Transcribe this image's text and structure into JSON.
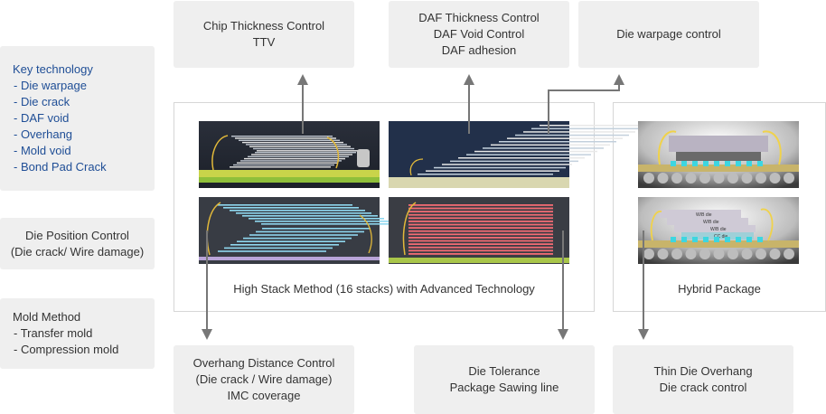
{
  "left_panel": {
    "key_technology": [
      "Key technology",
      "- Die warpage",
      "- Die crack",
      "- DAF void",
      "- Overhang",
      "- Mold void",
      "- Bond Pad Crack"
    ],
    "die_position": [
      "Die Position Control",
      "(Die crack/ Wire damage)"
    ],
    "mold_method": [
      "Mold Method",
      "- Transfer mold",
      "- Compression mold"
    ]
  },
  "top_boxes": {
    "chip_thickness": [
      "Chip Thickness Control",
      "TTV"
    ],
    "daf": [
      "DAF Thickness Control",
      "DAF Void Control",
      "DAF adhesion"
    ],
    "die_warpage": [
      "Die warpage control"
    ]
  },
  "bottom_boxes": {
    "overhang": [
      "Overhang Distance Control",
      "(Die crack / Wire damage)",
      "IMC coverage"
    ],
    "die_tolerance": [
      "Die Tolerance",
      "Package Sawing line"
    ],
    "thin_die": [
      "Thin Die Overhang",
      "Die crack control"
    ]
  },
  "captions": {
    "high_stack": "High Stack Method (16 stacks) with Advanced Technology",
    "hybrid": "Hybrid Package"
  },
  "hybrid_die_labels": [
    "W/B die",
    "W/B die",
    "W/B die",
    "CC die"
  ],
  "colors": {
    "accent_blue": "#1f4e96",
    "box_bg": "#efefef",
    "arrow": "#777777"
  }
}
